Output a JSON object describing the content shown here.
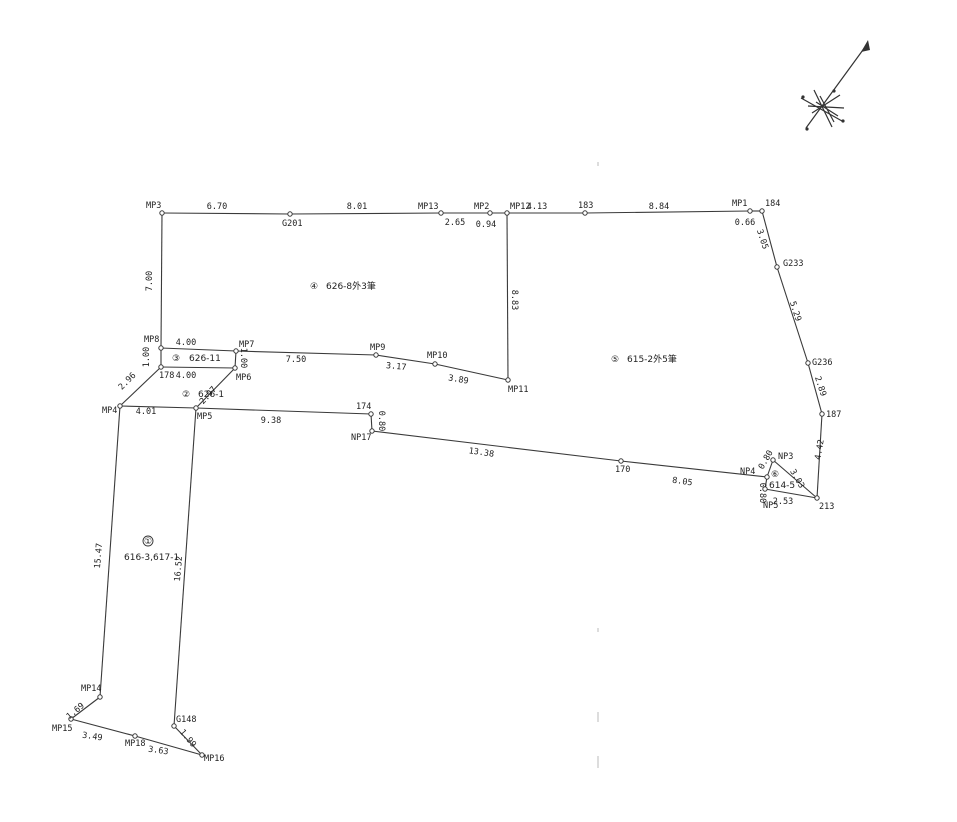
{
  "points": [
    {
      "id": "MP3",
      "label": "MP3"
    },
    {
      "id": "G201",
      "label": "G201"
    },
    {
      "id": "MP13",
      "label": "MP13"
    },
    {
      "id": "MP2",
      "label": "MP2"
    },
    {
      "id": "MP12",
      "label": "MP12"
    },
    {
      "id": "P183",
      "label": "183"
    },
    {
      "id": "MP1",
      "label": "MP1"
    },
    {
      "id": "P184",
      "label": "184"
    },
    {
      "id": "G233",
      "label": "G233"
    },
    {
      "id": "G236",
      "label": "G236"
    },
    {
      "id": "P187",
      "label": "187"
    },
    {
      "id": "P213",
      "label": "213"
    },
    {
      "id": "NP5",
      "label": "NP5"
    },
    {
      "id": "NP4",
      "label": "NP4"
    },
    {
      "id": "NP3",
      "label": "NP3"
    },
    {
      "id": "P170",
      "label": "170"
    },
    {
      "id": "NP17",
      "label": "NP17"
    },
    {
      "id": "P174",
      "label": "174"
    },
    {
      "id": "MP5",
      "label": "MP5"
    },
    {
      "id": "MP4",
      "label": "MP4"
    },
    {
      "id": "P178",
      "label": "178"
    },
    {
      "id": "MP8",
      "label": "MP8"
    },
    {
      "id": "MP7",
      "label": "MP7"
    },
    {
      "id": "MP6",
      "label": "MP6"
    },
    {
      "id": "MP9",
      "label": "MP9"
    },
    {
      "id": "MP10",
      "label": "MP10"
    },
    {
      "id": "MP11",
      "label": "MP11"
    },
    {
      "id": "MP14",
      "label": "MP14"
    },
    {
      "id": "MP15",
      "label": "MP15"
    },
    {
      "id": "MP18",
      "label": "MP18"
    },
    {
      "id": "MP16",
      "label": "MP16"
    },
    {
      "id": "G148",
      "label": "G148"
    }
  ],
  "edges": [
    {
      "from": "MP3",
      "to": "G201",
      "length": "6.70"
    },
    {
      "from": "G201",
      "to": "MP13",
      "length": "8.01"
    },
    {
      "from": "MP13",
      "to": "MP2",
      "length": "2.65"
    },
    {
      "from": "MP2",
      "to": "MP12",
      "length": "0.94"
    },
    {
      "from": "MP12",
      "to": "P183",
      "length": "4.13"
    },
    {
      "from": "P183",
      "to": "MP1",
      "length": "8.84"
    },
    {
      "from": "MP1",
      "to": "P184",
      "length": "0.66"
    },
    {
      "from": "P184",
      "to": "G233",
      "length": "3.05"
    },
    {
      "from": "G233",
      "to": "G236",
      "length": "5.29"
    },
    {
      "from": "G236",
      "to": "P187",
      "length": "2.89"
    },
    {
      "from": "P187",
      "to": "P213",
      "length": "4.42"
    },
    {
      "from": "P213",
      "to": "NP5",
      "length": "2.53"
    },
    {
      "from": "NP5",
      "to": "NP4",
      "length": "0.80"
    },
    {
      "from": "NP4",
      "to": "NP3",
      "length": "0.80"
    },
    {
      "from": "NP3",
      "to": "P213",
      "length": "3.03"
    },
    {
      "from": "NP4",
      "to": "P170",
      "length": "8.05"
    },
    {
      "from": "P170",
      "to": "NP17",
      "length": "13.38"
    },
    {
      "from": "NP17",
      "to": "P174",
      "length": "0.80"
    },
    {
      "from": "P174",
      "to": "MP5",
      "length": "9.38"
    },
    {
      "from": "MP5",
      "to": "MP4",
      "length": "4.01"
    },
    {
      "from": "MP4",
      "to": "P178",
      "length": "2.96"
    },
    {
      "from": "P178",
      "to": "MP8",
      "length": "1.00"
    },
    {
      "from": "MP8",
      "to": "MP7",
      "length": "4.00"
    },
    {
      "from": "MP7",
      "to": "MP6",
      "length": "1.00"
    },
    {
      "from": "MP6",
      "to": "P178",
      "length": "4.00"
    },
    {
      "from": "MP6",
      "to": "MP5",
      "length": "2.97"
    },
    {
      "from": "MP7",
      "to": "MP9",
      "length": "7.50"
    },
    {
      "from": "MP9",
      "to": "MP10",
      "length": "3.17"
    },
    {
      "from": "MP10",
      "to": "MP11",
      "length": "3.89"
    },
    {
      "from": "MP11",
      "to": "MP12",
      "length": "8.83"
    },
    {
      "from": "MP8",
      "to": "MP3",
      "length": "7.00"
    },
    {
      "from": "MP4",
      "to": "MP14",
      "length": "15.47"
    },
    {
      "from": "MP14",
      "to": "MP15",
      "length": "1.69"
    },
    {
      "from": "MP15",
      "to": "MP18",
      "length": "3.49"
    },
    {
      "from": "MP18",
      "to": "MP16",
      "length": "3.63"
    },
    {
      "from": "MP16",
      "to": "G148",
      "length": "1.99"
    },
    {
      "from": "G148",
      "to": "MP5",
      "length": "16.52"
    }
  ],
  "parcels": [
    {
      "number": "①",
      "lot": "616-3,617-1"
    },
    {
      "number": "②",
      "lot": "626-1"
    },
    {
      "number": "③",
      "lot": "626-11"
    },
    {
      "number": "④",
      "lot": "626-8外3筆"
    },
    {
      "number": "⑤",
      "lot": "615-2外5筆"
    },
    {
      "number": "⑥",
      "lot": "614-5"
    }
  ],
  "compass": {
    "icon": "north-arrow-icon"
  }
}
